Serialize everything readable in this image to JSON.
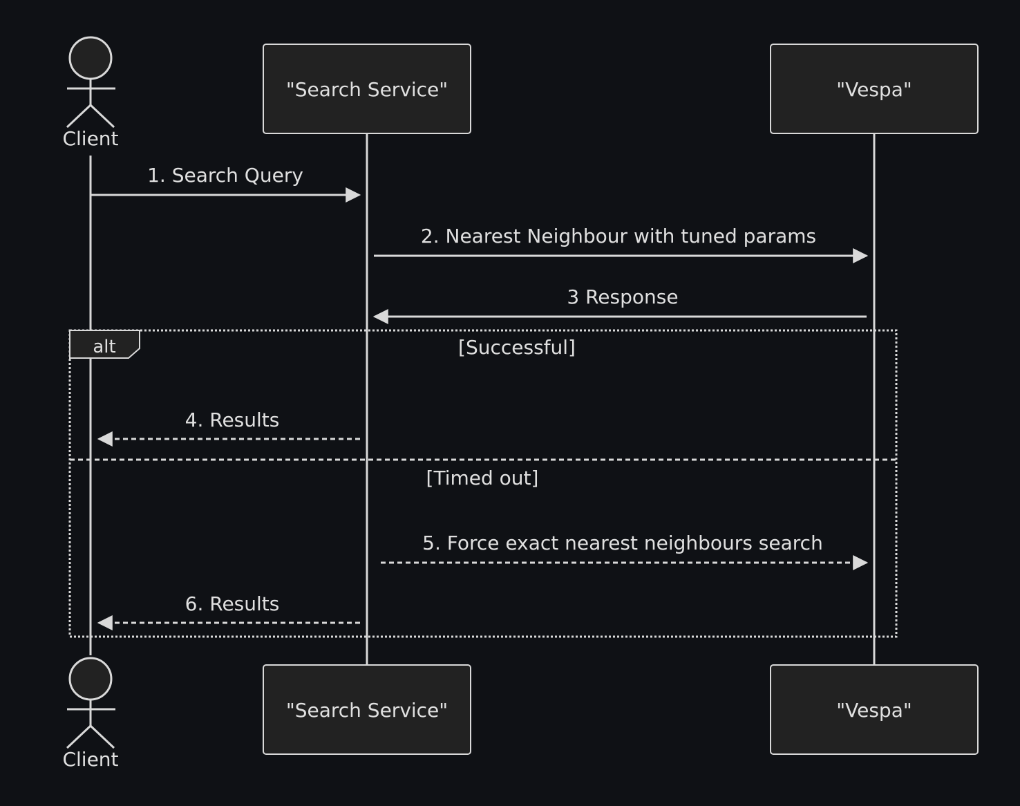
{
  "participants": {
    "client": {
      "label": "Client"
    },
    "search_service": {
      "label": "\"Search Service\""
    },
    "vespa": {
      "label": "\"Vespa\""
    }
  },
  "messages": [
    {
      "label": "1. Search Query",
      "from": "client",
      "to": "search_service",
      "style": "solid"
    },
    {
      "label": "2. Nearest Neighbour with tuned params",
      "from": "search_service",
      "to": "vespa",
      "style": "solid"
    },
    {
      "label": "3 Response",
      "from": "vespa",
      "to": "search_service",
      "style": "solid"
    },
    {
      "label": "4. Results",
      "from": "search_service",
      "to": "client",
      "style": "dashed"
    },
    {
      "label": "5. Force exact nearest neighbours search",
      "from": "search_service",
      "to": "vespa",
      "style": "dashed"
    },
    {
      "label": "6. Results",
      "from": "search_service",
      "to": "client",
      "style": "dashed"
    }
  ],
  "alt_block": {
    "keyword": "alt",
    "conditions": [
      "[Successful]",
      "[Timed out]"
    ]
  },
  "colors": {
    "background": "#0f1115",
    "box_fill": "#222222",
    "line": "#d9d9d9",
    "text": "#e0e0e0"
  }
}
